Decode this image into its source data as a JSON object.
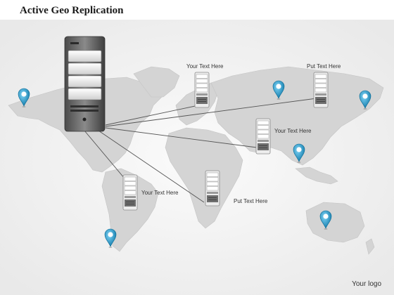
{
  "title": "Active Geo Replication",
  "logo": "Your logo",
  "labels": {
    "na_top": "Your Text Here",
    "asia_top": "Put Text Here",
    "asia_mid": "Your Text Here",
    "south_america": "Your Text Here",
    "africa": "Put Text Here"
  },
  "colors": {
    "background": "#ffffff",
    "map_land": "#d6d6d6",
    "map_bg": "#f1f1f1",
    "line": "#4a4a4a",
    "pin": "#1f9bd0",
    "server_dark": "#555555",
    "server_light": "#e6e6e6"
  },
  "icons": {
    "primary": "server-tower-icon",
    "replica": "server-icon",
    "location": "map-pin-icon"
  }
}
